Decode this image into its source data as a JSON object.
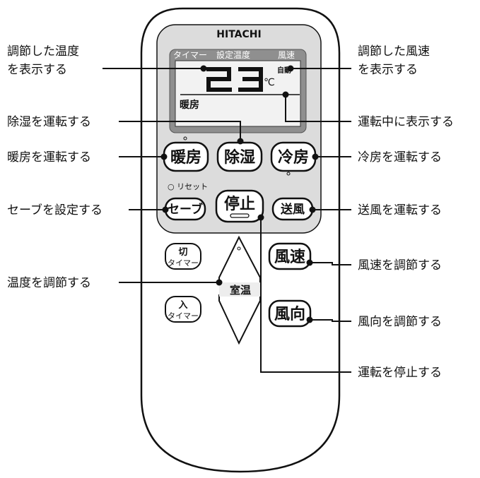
{
  "remote": {
    "brand": "HITACHI",
    "lcd": {
      "timer_label": "タイマー",
      "set_temp_label": "設定温度",
      "fan_label": "風速",
      "temperature": "23",
      "unit": "℃",
      "fan_auto": "自動",
      "mode": "暖房"
    },
    "buttons": {
      "heat": "暖房",
      "dehumidify": "除湿",
      "cool": "冷房",
      "reset_note": "○ リセット",
      "save": "セーブ",
      "stop": "停止",
      "fan": "送風",
      "off_timer_top": "切",
      "off_timer_bottom": "タイマー",
      "on_timer_top": "入",
      "on_timer_bottom": "タイマー",
      "room_temp": "室温",
      "fan_speed": "風速",
      "fan_direction": "風向"
    }
  },
  "callouts": {
    "temp_display": [
      "調節した温度",
      "を表示する"
    ],
    "fan_display": [
      "調節した風速",
      "を表示する"
    ],
    "dehumidify": "除湿を運転する",
    "running_display": "運転中に表示する",
    "heat": "暖房を運転する",
    "cool": "冷房を運転する",
    "save": "セーブを設定する",
    "fan": "送風を運転する",
    "fan_speed": "風速を調節する",
    "temp_adjust": "温度を調節する",
    "fan_direction": "風向を調節する",
    "stop": "運転を停止する"
  }
}
